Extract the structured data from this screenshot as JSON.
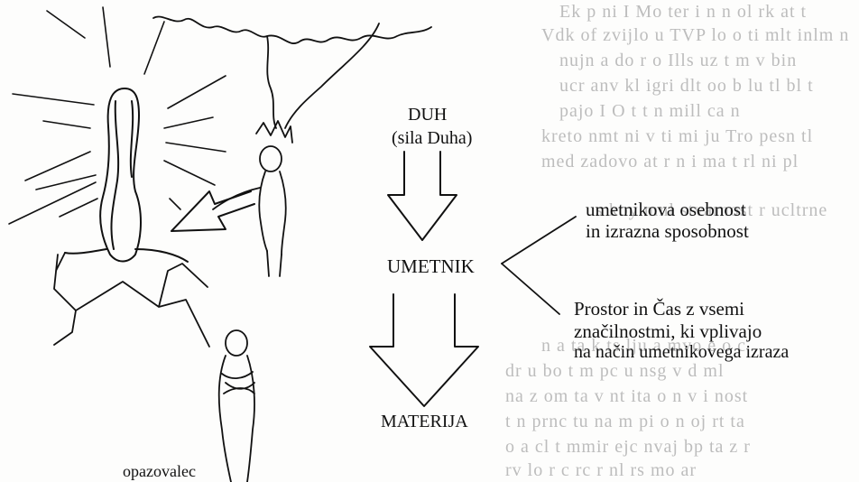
{
  "diagram": {
    "duh": "DUH",
    "sila_duha": "(sila Duha)",
    "umetnik": "UMETNIK",
    "materija": "MATERIJA",
    "osebnost_line1": "umetnikova osebnost",
    "osebnost_line2": "in izrazna sposobnost",
    "prostor_line1": "Prostor in Čas z vsemi",
    "prostor_line2": "značilnostmi, ki vplivajo",
    "prostor_line3": "na način umetnikovega izraza",
    "opazovalec": "opazovalec"
  }
}
